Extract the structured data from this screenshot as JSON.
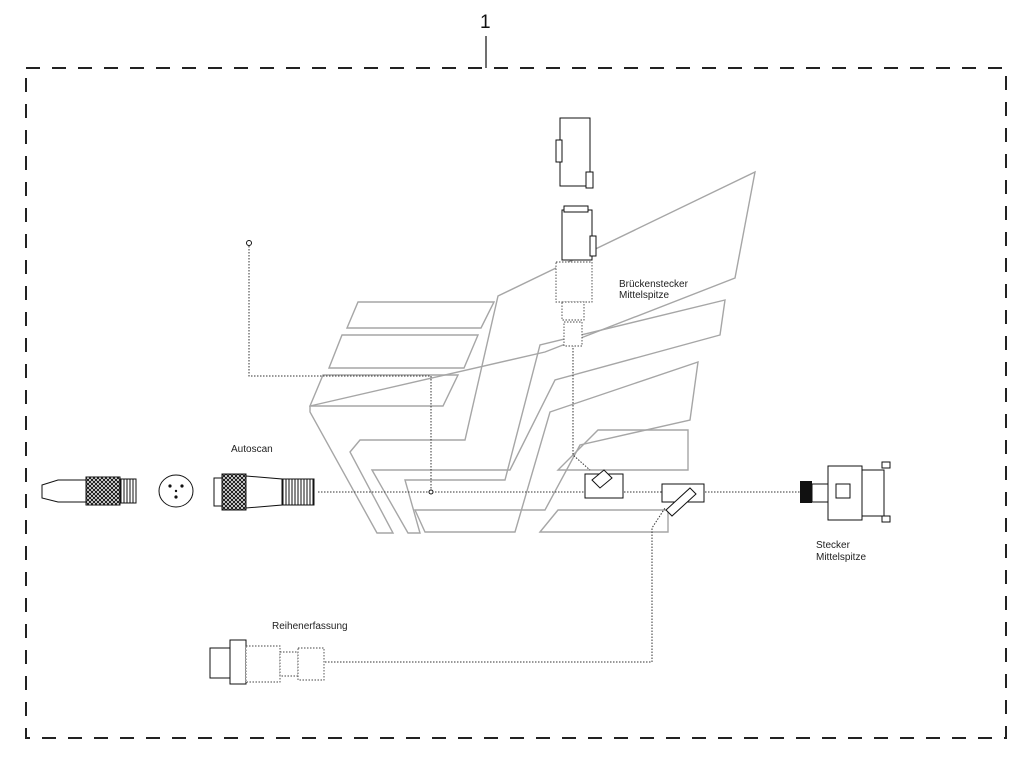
{
  "item_number": "1",
  "labels": {
    "autoscan": "Autoscan",
    "bridge_line1": "Brückenstecker",
    "bridge_line2": "Mittelspitze",
    "plug_line1": "Stecker",
    "plug_line2": "Mittelspitze",
    "row": "Reihenerfassung"
  },
  "colors": {
    "frame": "#222222",
    "watermark": "#a6a6a6",
    "line": "#111111"
  }
}
